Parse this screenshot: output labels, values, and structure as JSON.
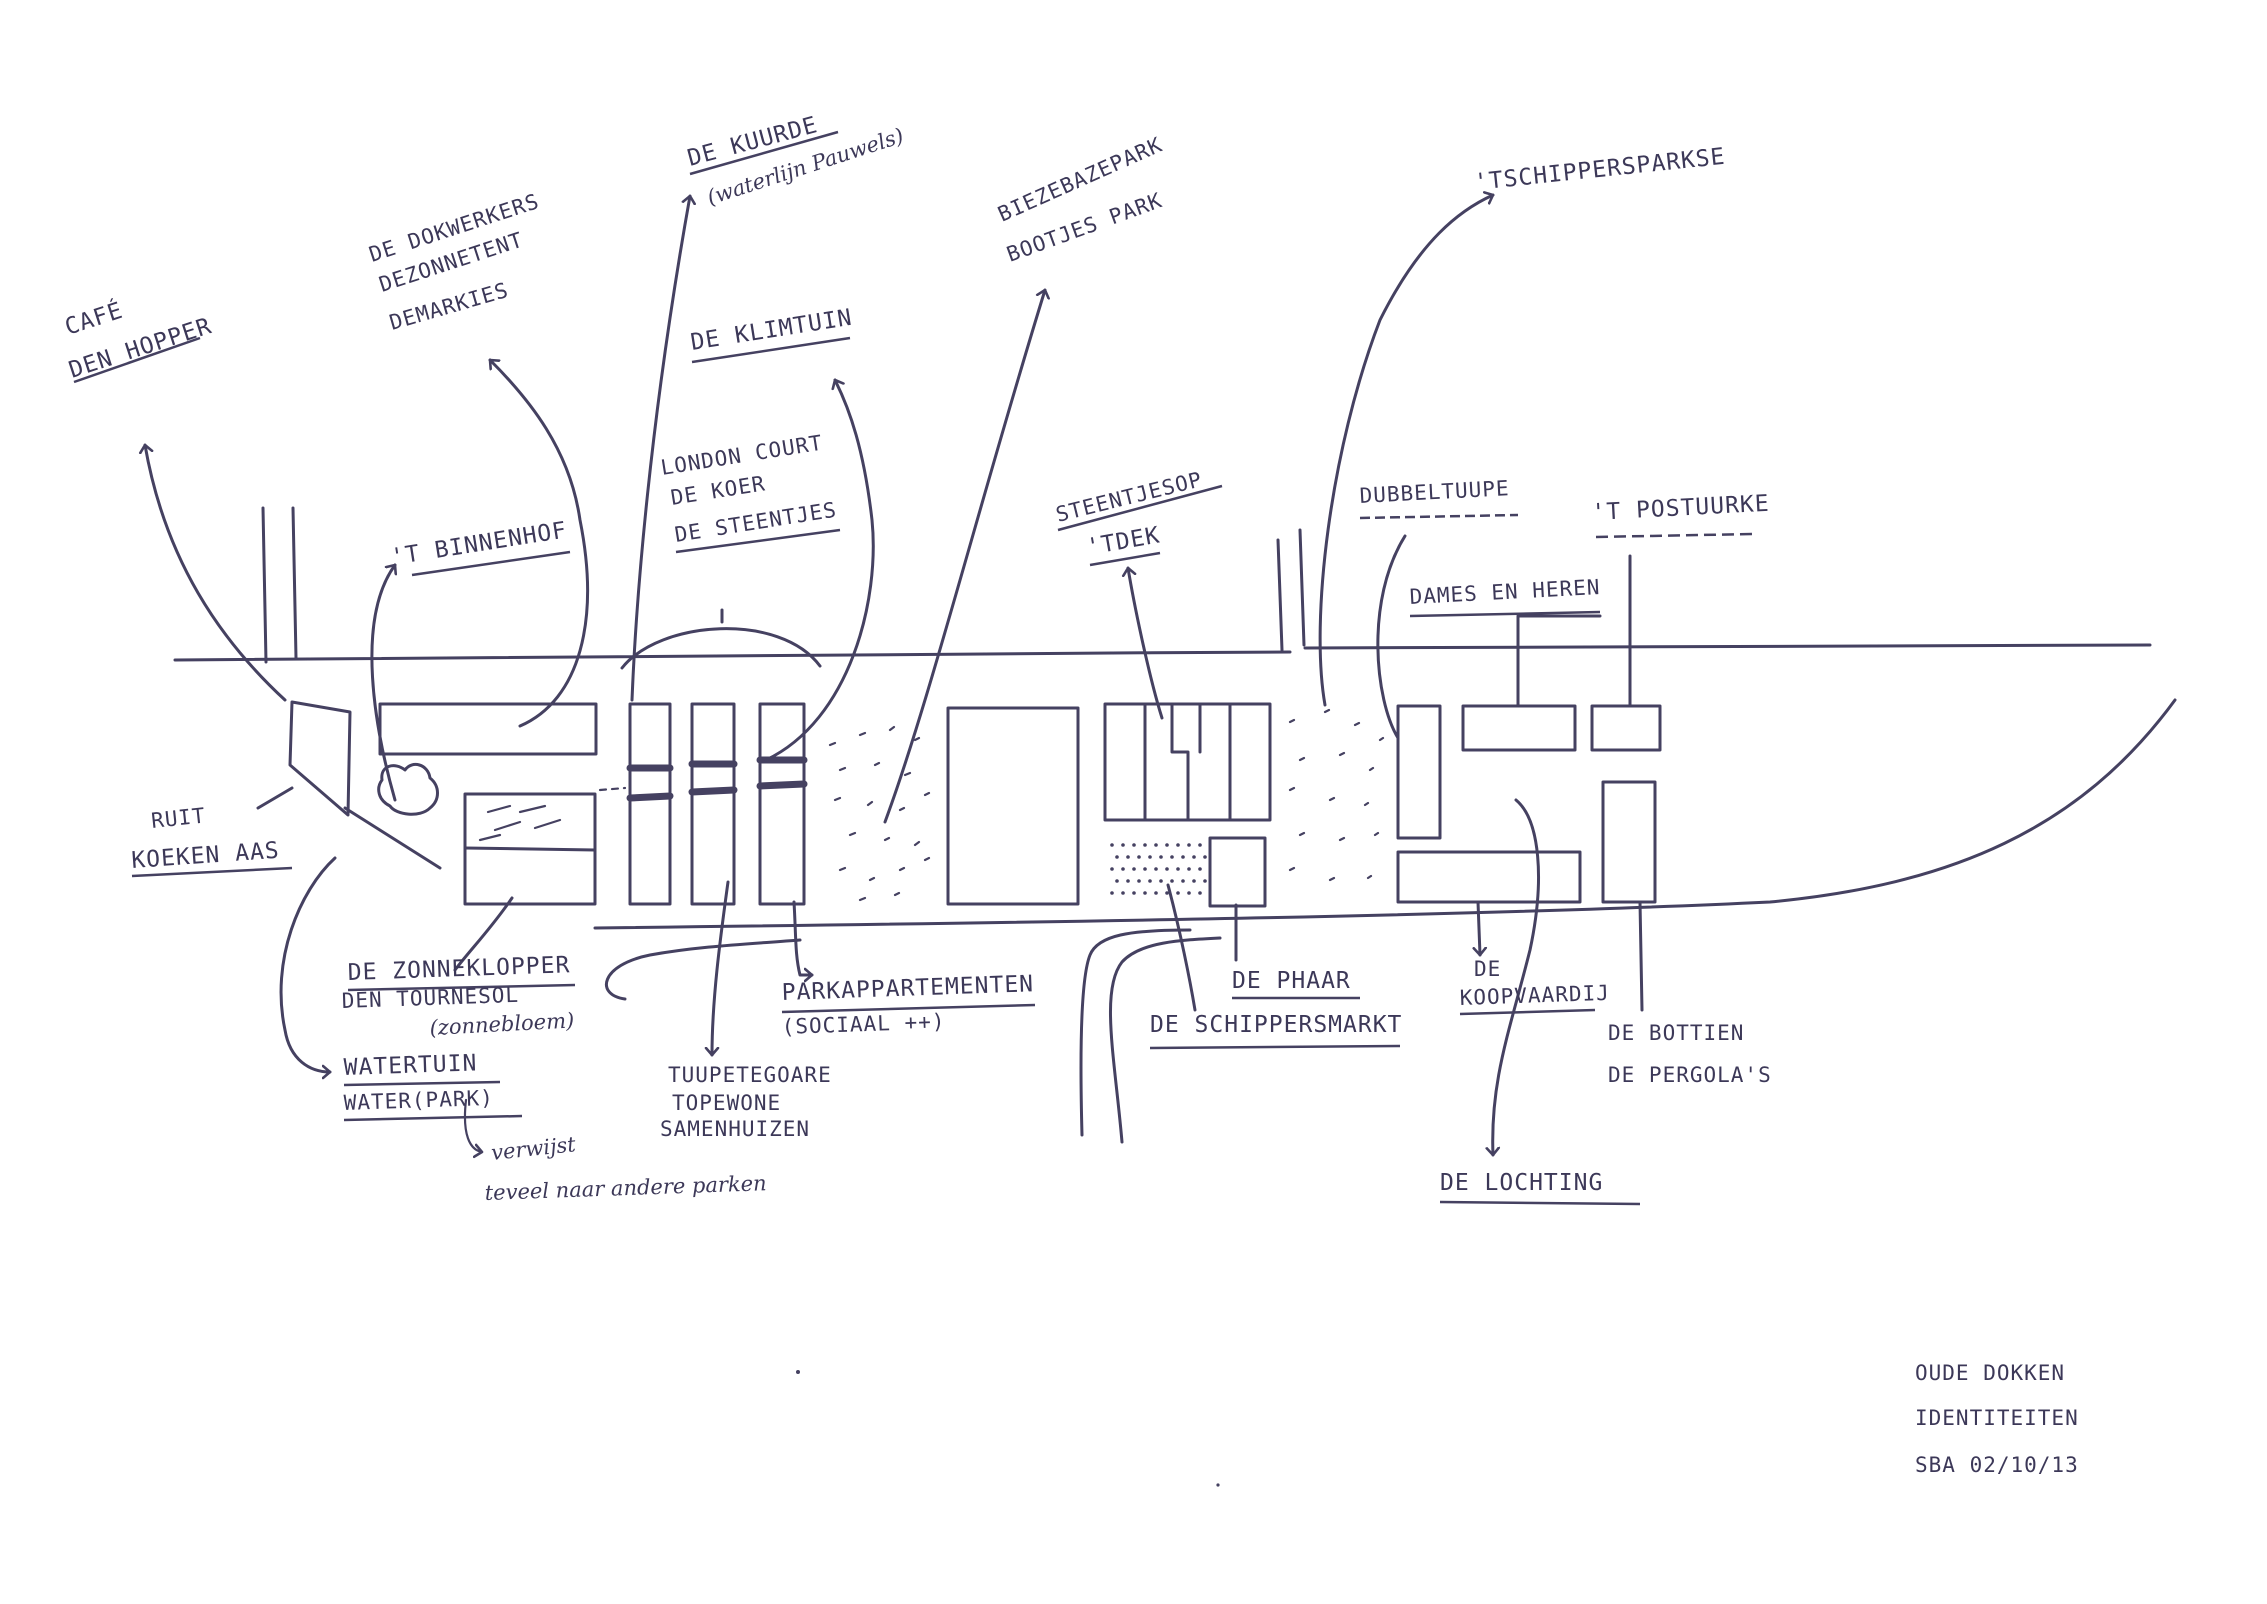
{
  "title": {
    "line1": "OUDE DOKKEN",
    "line2": "IDENTITEITEN",
    "line3": "SBA 02/10/13"
  },
  "colors": {
    "ink": "#454161",
    "paper": "#ffffff"
  },
  "labels": {
    "cafe_1": "CAFÉ",
    "cafe_2": "DEN HOPPER",
    "dokwerkers_1": "DE DOKWERKERS",
    "dokwerkers_2": "DEZONNETENT",
    "dokwerkers_3": "DEMARKIES",
    "kuurde_1": "DE KUURDE",
    "kuurde_2": "(waterlijn Pauwels)",
    "klimtuin": "DE KLIMTUIN",
    "biezebaze_1": "BIEZEBAZEPARK",
    "biezebaze_2": "BOOTJES PARK",
    "schipperspark": "'TSCHIPPERSPARKSE",
    "binnenhof": "'T BINNENHOF",
    "london_1": "LONDON COURT",
    "london_2": "DE KOER",
    "london_3": "DE STEENTJES",
    "steentjes_1": "STEENTJESOP",
    "steentjes_2": "'TDEK",
    "dubbeltuupe": "DUBBELTUUPE",
    "postuurke": "'T POSTUURKE",
    "dames": "DAMES EN HEREN",
    "ruit_1": "RUIT",
    "ruit_2": "KOEKEN AAS",
    "zonneklopper_1": "DE ZONNEKLOPPER",
    "zonneklopper_2": "DEN TOURNESOL",
    "zonneklopper_3": "(zonnebloem)",
    "watertuin_1": "WATERTUIN",
    "watertuin_2": "WATER(PARK)",
    "verwijst_1": "verwijst",
    "verwijst_2": "teveel naar andere parken",
    "tuupetegoare_1": "TUUPETEGOARE",
    "tuupetegoare_2": "TOPEWONE",
    "tuupetegoare_3": "SAMENHUIZEN",
    "park_1": "PARKAPPARTEMENTEN",
    "park_2": "(SOCIAAL ++)",
    "phaar": "DE PHAAR",
    "schippersmarkt": "DE SCHIPPERSMARKT",
    "koopvaardij_1": "DE",
    "koopvaardij_2": "KOOPVAARDIJ",
    "bottien_1": "DE BOTTIEN",
    "bottien_2": "DE PERGOLA'S",
    "lochting": "DE LOCHTING"
  }
}
